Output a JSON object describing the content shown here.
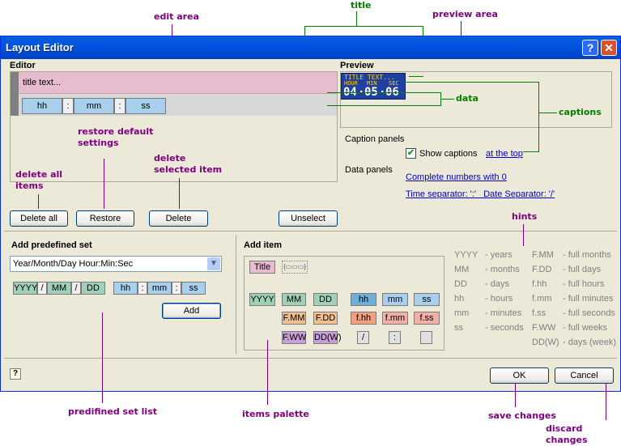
{
  "annotations": {
    "edit_area": "edit area",
    "title": "title",
    "preview_area": "preview area",
    "data": "data",
    "captions": "captions",
    "restore_default": "restore default settings",
    "restore_default_l1": "restore default",
    "restore_default_l2": "settings",
    "delete_selected_l1": "delete",
    "delete_selected_l2": "selected item",
    "delete_all_l1": "delete all",
    "delete_all_l2": "items",
    "hints": "hints",
    "predefined_set_list": "predifined set list",
    "items_palette": "items palette",
    "save_changes": "save changes",
    "discard_changes": "discard changes"
  },
  "window": {
    "title": "Layout Editor",
    "help_btn": "?",
    "close_btn": "✕"
  },
  "editor": {
    "label": "Editor",
    "title_text": "title text...",
    "fields": [
      "hh",
      ":",
      "mm",
      ":",
      "ss"
    ],
    "buttons": {
      "delete_all": "Delete all",
      "restore": "Restore",
      "delete": "Delete",
      "unselect": "Unselect"
    }
  },
  "preview": {
    "label": "Preview",
    "title_text": "TITLE TEXT...",
    "captions": [
      "HOUR",
      "MIN",
      "SEC"
    ],
    "digits": [
      "04",
      "05",
      "06"
    ],
    "separator": "·",
    "caption_panels_label": "Caption panels",
    "show_captions_label": "Show captions",
    "show_captions_checked": true,
    "caption_position_link": "at the top",
    "data_panels_label": "Data panels",
    "complete_numbers_link": "Complete numbers with 0",
    "separator_link": "Time separator: ':'   Date Separator: '/'"
  },
  "predefined": {
    "label": "Add predefined set",
    "selected": "Year/Month/Day Hour:Min:Sec",
    "tokens": [
      "YYYY",
      "/",
      "MM",
      "/",
      "DD",
      "hh",
      ":",
      "mm",
      ":",
      "ss"
    ],
    "add_button": "Add"
  },
  "palette": {
    "label": "Add item",
    "title_item": "Title",
    "row1": [
      "YYYY",
      "MM",
      "DD",
      "hh",
      "mm",
      "ss"
    ],
    "row2": [
      "F.MM",
      "F.DD",
      "f.hh",
      "f.mm",
      "f.ss"
    ],
    "row3": [
      "F.WW",
      "DD(W)",
      "/",
      ":",
      ""
    ]
  },
  "hints": {
    "left": [
      [
        "YYYY",
        "- years"
      ],
      [
        "MM",
        "- months"
      ],
      [
        "DD",
        "- days"
      ],
      [
        "hh",
        "- hours"
      ],
      [
        "mm",
        "- minutes"
      ],
      [
        "ss",
        "- seconds"
      ]
    ],
    "right": [
      [
        "F.MM",
        "- full months"
      ],
      [
        "F.DD",
        "- full days"
      ],
      [
        "f.hh",
        "- full hours"
      ],
      [
        "f.mm",
        "- full minutes"
      ],
      [
        "f.ss",
        "- full seconds"
      ],
      [
        "F.WW",
        "- full weeks"
      ],
      [
        "DD(W)",
        "- days (week)"
      ]
    ]
  },
  "footer": {
    "ok": "OK",
    "cancel": "Cancel",
    "help_icon": "?"
  },
  "colors": {
    "title_pink": "#e8bcd0",
    "field_blue": "#a8d0ec",
    "yyyy_green": "#a0d0b8",
    "f_orange": "#f0c090",
    "fss_salmon": "#f0b0a8",
    "fww_purple": "#c8a0d8",
    "preview_bg": "#2040a0",
    "preview_digit": "#ffffff"
  }
}
